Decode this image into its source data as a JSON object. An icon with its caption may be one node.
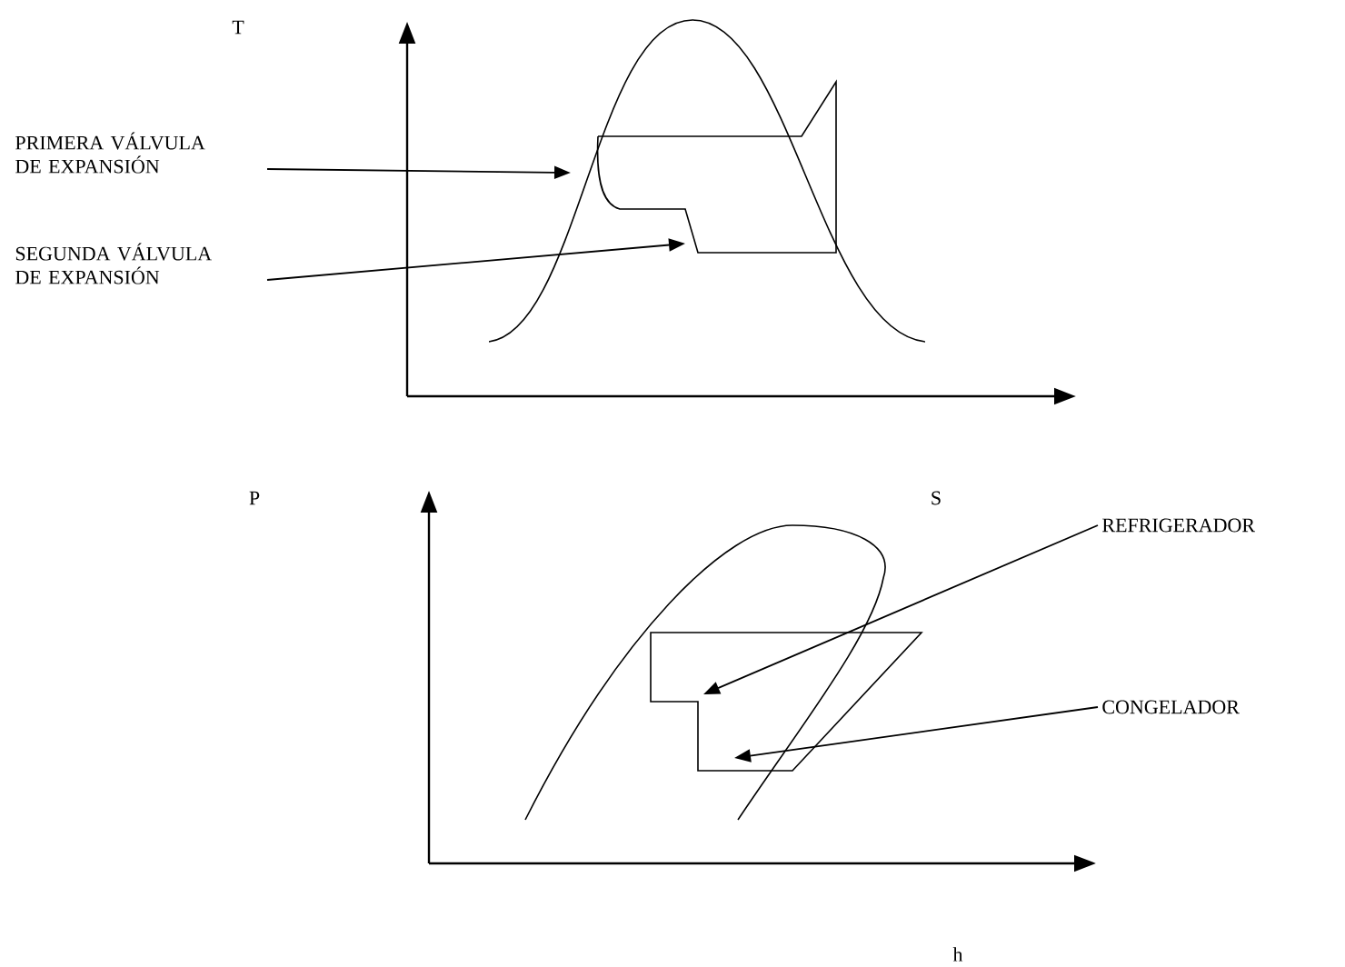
{
  "diagram": {
    "nodes": [
      {
        "text": [
          "PRIMERA VÁLVULA DE EXPANSIÓN"
        ]
      },
      {
        "text": [
          "SEGUNDA VÁLVULA DE EXPANSIÓN"
        ]
      },
      {
        "text": [
          "REFRIGERADOR"
        ]
      },
      {
        "text": [
          "CONGELADOR"
        ]
      }
    ],
    "edges": [
      {
        "from": 0,
        "to": null,
        "arrow": "to"
      },
      {
        "from": 1,
        "to": null,
        "arrow": "to"
      },
      {
        "from": 2,
        "to": null,
        "arrow": "to"
      },
      {
        "from": 3,
        "to": null,
        "arrow": "to"
      }
    ],
    "labels": [
      "T",
      "P",
      "S",
      "h"
    ]
  }
}
